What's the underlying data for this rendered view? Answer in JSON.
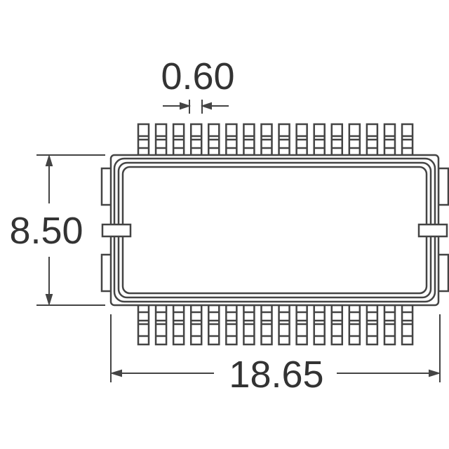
{
  "diagram": {
    "pin_pitch_label": "0.60",
    "height_label": "8.50",
    "width_label": "18.65",
    "pins_per_side": 16,
    "line_color": "#444444"
  }
}
